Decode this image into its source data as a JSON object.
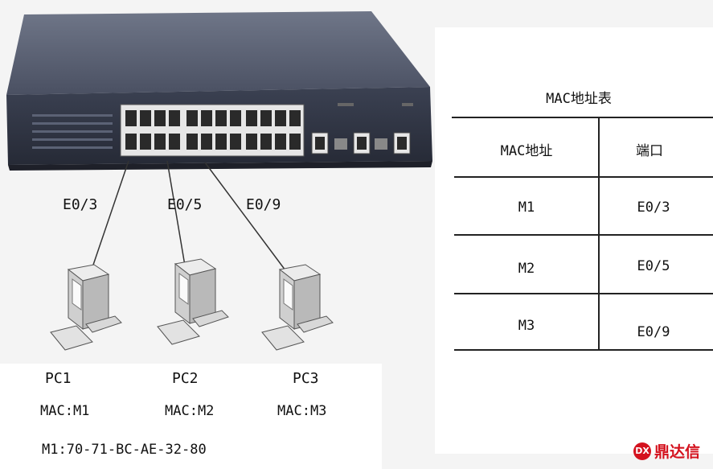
{
  "links": [
    {
      "port": "E0/3"
    },
    {
      "port": "E0/5"
    },
    {
      "port": "E0/9"
    }
  ],
  "pcs": [
    {
      "name": "PC1",
      "mac": "MAC:M1"
    },
    {
      "name": "PC2",
      "mac": "MAC:M2"
    },
    {
      "name": "PC3",
      "mac": "MAC:M3"
    }
  ],
  "mac_note": "M1:70-71-BC-AE-32-80",
  "mac_table": {
    "title": "MAC地址表",
    "headers": [
      "MAC地址",
      "端口"
    ],
    "rows": [
      [
        "M1",
        "E0/3"
      ],
      [
        "M2",
        "E0/5"
      ],
      [
        "M3",
        "E0/9"
      ]
    ]
  },
  "watermark": "鼎达信"
}
